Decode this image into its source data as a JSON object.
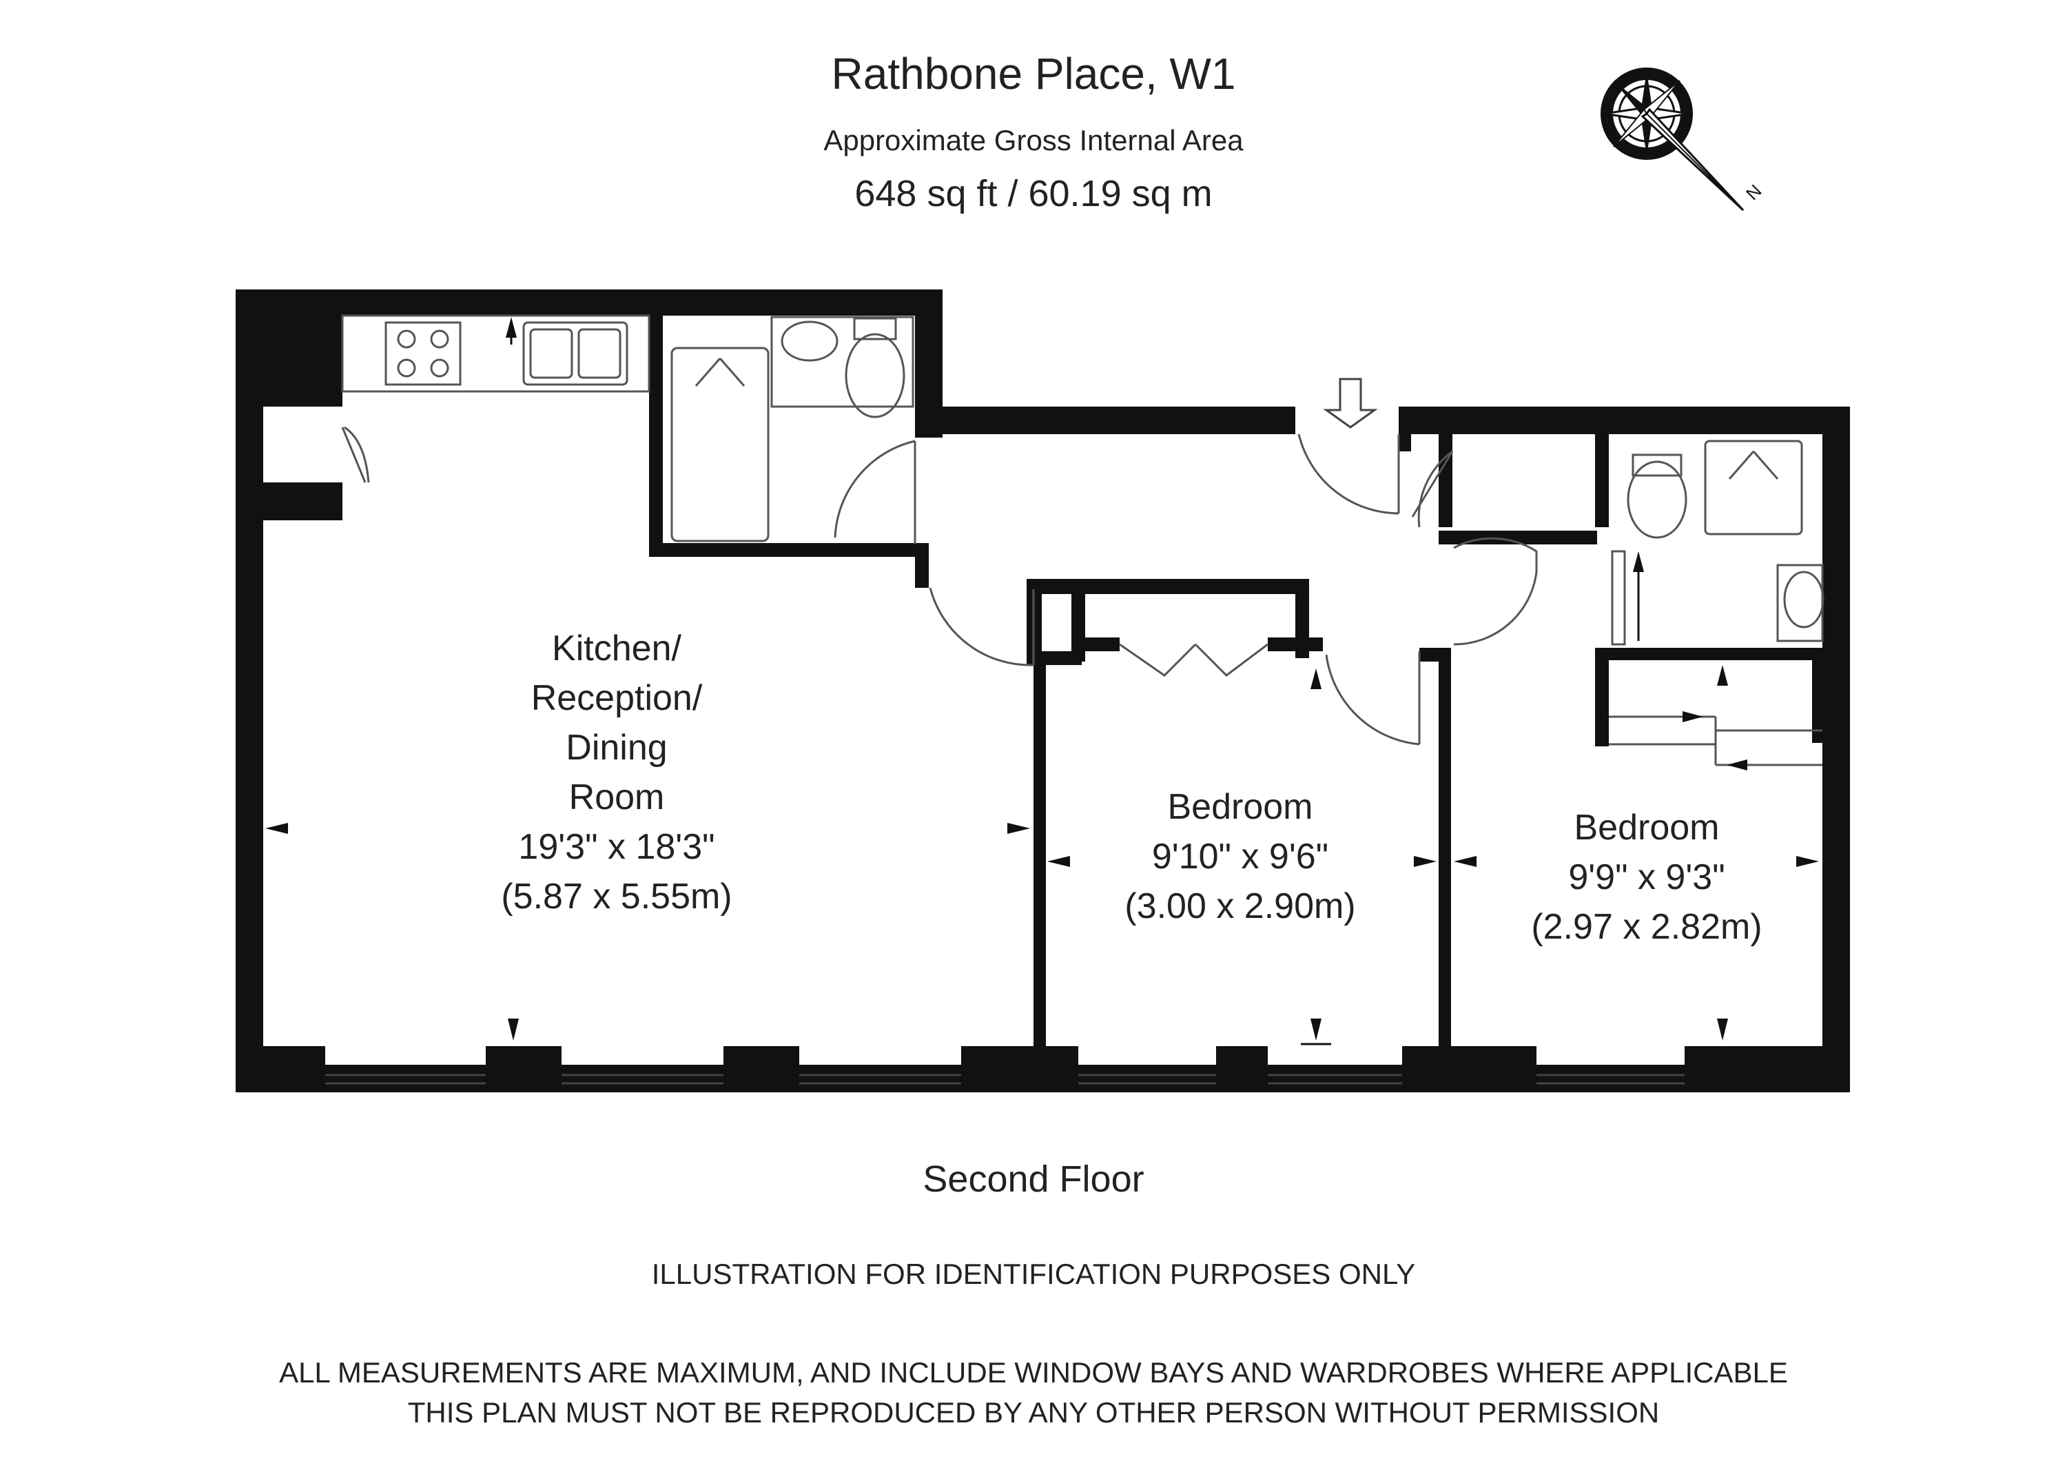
{
  "header": {
    "title": "Rathbone Place, W1",
    "subtitle": "Approximate Gross Internal Area",
    "area": "648 sq ft  /  60.19 sq m"
  },
  "compass": {
    "label": "N"
  },
  "rooms": {
    "kitchen": {
      "line1": "Kitchen/",
      "line2": "Reception/",
      "line3": "Dining",
      "line4": "Room",
      "imperial": "19'3\" x 18'3\"",
      "metric": "(5.87 x 5.55m)"
    },
    "bedroom1": {
      "name": "Bedroom",
      "imperial": "9'10\" x 9'6\"",
      "metric": "(3.00 x 2.90m)"
    },
    "bedroom2": {
      "name": "Bedroom",
      "imperial": "9'9\" x 9'3\"",
      "metric": "(2.97 x 2.82m)"
    }
  },
  "floor": "Second Floor",
  "notes": {
    "illustration": "ILLUSTRATION FOR IDENTIFICATION PURPOSES ONLY",
    "measurements": "ALL MEASUREMENTS ARE MAXIMUM, AND INCLUDE WINDOW BAYS AND WARDROBES WHERE APPLICABLE",
    "reproduction": "THIS PLAN MUST NOT BE REPRODUCED BY ANY OTHER PERSON WITHOUT PERMISSION"
  },
  "colors": {
    "wall": "#111111",
    "line": "#555555",
    "text": "#222222"
  }
}
